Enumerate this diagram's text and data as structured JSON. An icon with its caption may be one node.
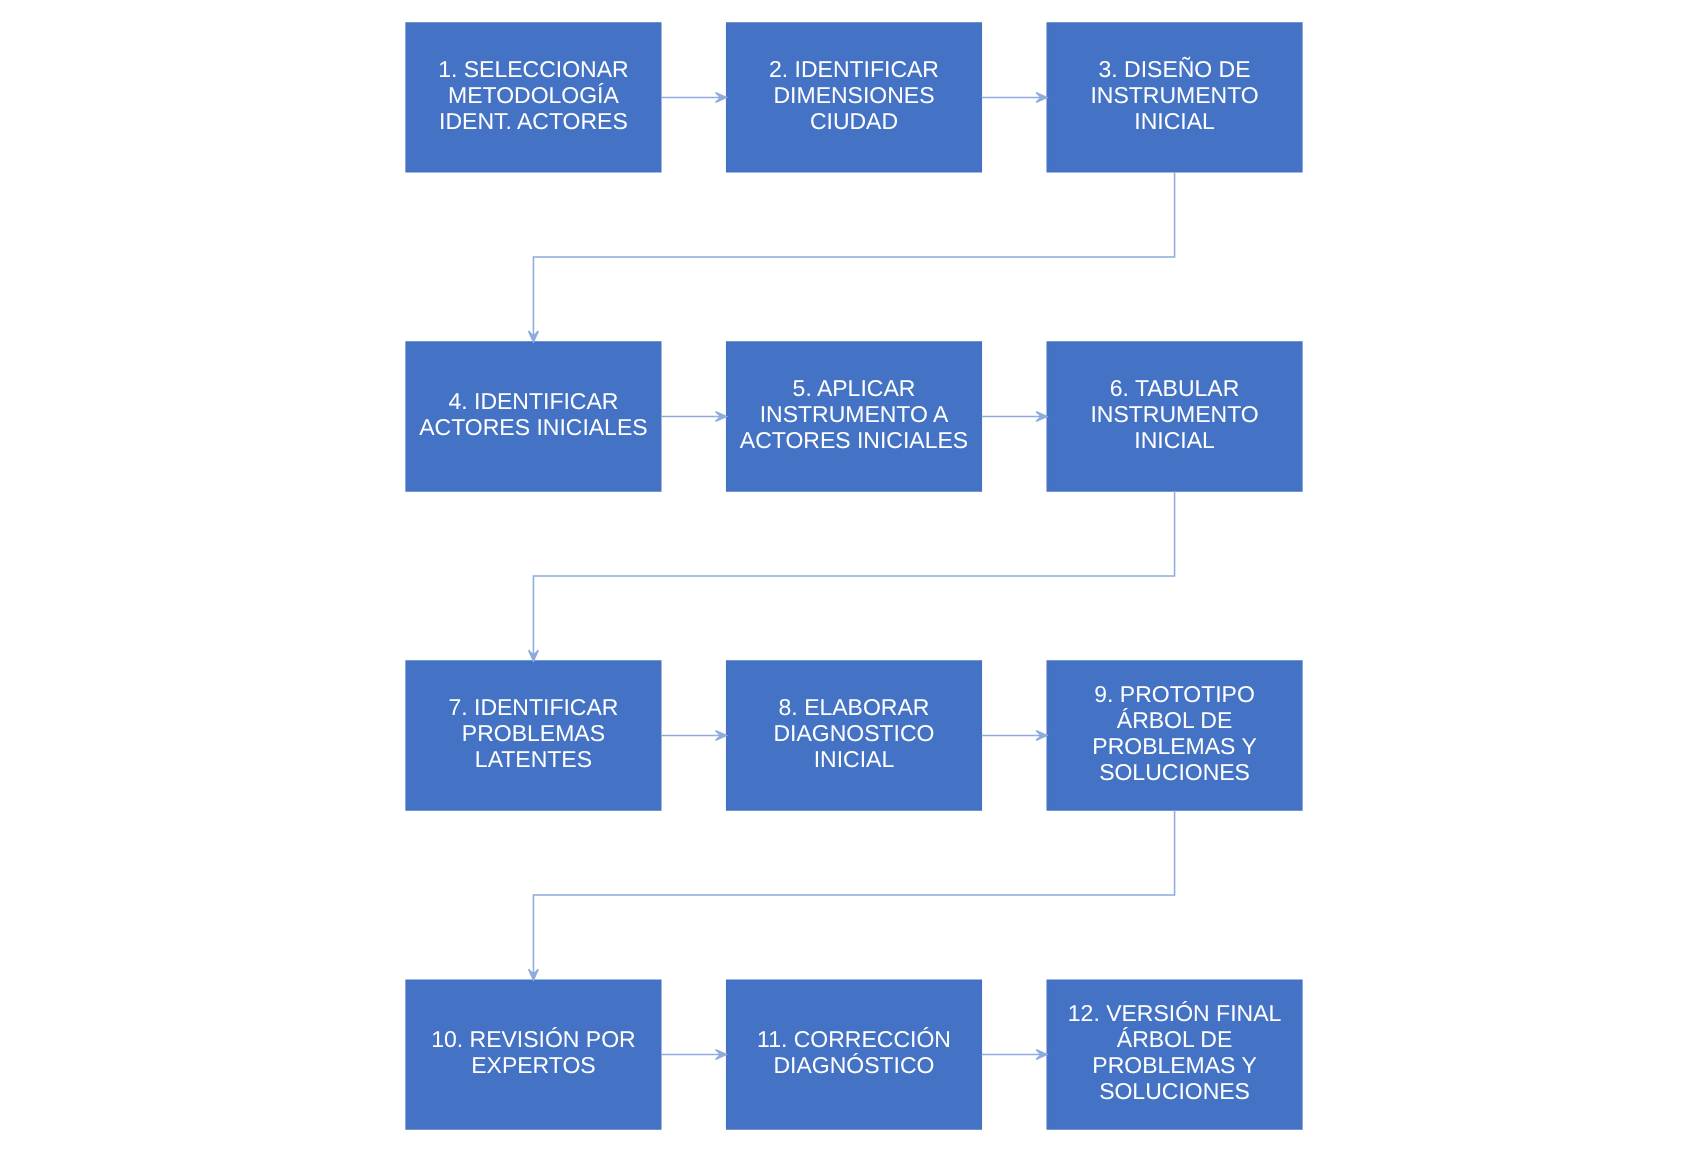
{
  "diagram": {
    "nodes": [
      {
        "text": [
          "1. SELECCIONAR METODOLOGÍA IDENT. ACTORES"
        ]
      },
      {
        "text": [
          "2. IDENTIFICAR DIMENSIONES CIUDAD"
        ]
      },
      {
        "text": [
          "3. DISEÑO DE INSTRUMENTO INICIAL"
        ]
      },
      {
        "text": [
          "4. IDENTIFICAR ACTORES INICIALES"
        ]
      },
      {
        "text": [
          "5. APLICAR INSTRUMENTO A ACTORES INICIALES"
        ]
      },
      {
        "text": [
          "6. TABULAR INSTRUMENTO INICIAL"
        ]
      },
      {
        "text": [
          "7. IDENTIFICAR PROBLEMAS LATENTES"
        ]
      },
      {
        "text": [
          "8. ELABORAR DIAGNOSTICO INICIAL"
        ]
      },
      {
        "text": [
          "9. PROTOTIPO ÁRBOL DE PROBLEMAS Y SOLUCIONES"
        ]
      },
      {
        "text": [
          "10. REVISIÓN POR EXPERTOS"
        ]
      },
      {
        "text": [
          "11. CORRECCIÓN DIAGNÓSTICO"
        ]
      },
      {
        "text": [
          "12. VERSIÓN FINAL ÁRBOL DE PROBLEMAS Y SOLUCIONES"
        ]
      }
    ],
    "edges": [
      {
        "from": 0,
        "to": 1,
        "arrow": "to"
      },
      {
        "from": 1,
        "to": 2,
        "arrow": "to"
      },
      {
        "from": 2,
        "to": 3,
        "arrow": "to"
      },
      {
        "from": 3,
        "to": 4,
        "arrow": "to"
      },
      {
        "from": 4,
        "to": 5,
        "arrow": "to"
      },
      {
        "from": 5,
        "to": 6,
        "arrow": "to"
      },
      {
        "from": 6,
        "to": 7,
        "arrow": "to"
      },
      {
        "from": 7,
        "to": 8,
        "arrow": "to"
      },
      {
        "from": 8,
        "to": 9,
        "arrow": "to"
      },
      {
        "from": 9,
        "to": 10,
        "arrow": "to"
      },
      {
        "from": 10,
        "to": 11,
        "arrow": "to"
      }
    ]
  }
}
